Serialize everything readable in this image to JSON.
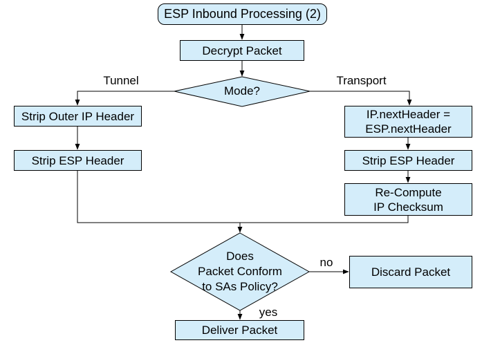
{
  "diagram": {
    "title": "ESP Inbound Processing (2)",
    "colors": {
      "node_fill": "#d4edfa",
      "node_border": "#000000",
      "connector": "#000000",
      "text": "#000000",
      "background": "#ffffff"
    },
    "nodes": {
      "start": "ESP Inbound Processing (2)",
      "decrypt": "Decrypt Packet",
      "mode": "Mode?",
      "strip_outer_ip": "Strip Outer IP Header",
      "strip_esp_tunnel": "Strip ESP Header",
      "set_next_header": {
        "line1": "IP.nextHeader =",
        "line2": "ESP.nextHeader"
      },
      "strip_esp_transport": "Strip ESP Header",
      "recompute_checksum": {
        "line1": "Re-Compute",
        "line2": "IP Checksum"
      },
      "policy_check": {
        "line1": "Does",
        "line2": "Packet Conform",
        "line3": "to SAs Policy?"
      },
      "discard": "Discard Packet",
      "deliver": "Deliver Packet"
    },
    "edge_labels": {
      "tunnel": "Tunnel",
      "transport": "Transport",
      "no": "no",
      "yes": "yes"
    }
  }
}
